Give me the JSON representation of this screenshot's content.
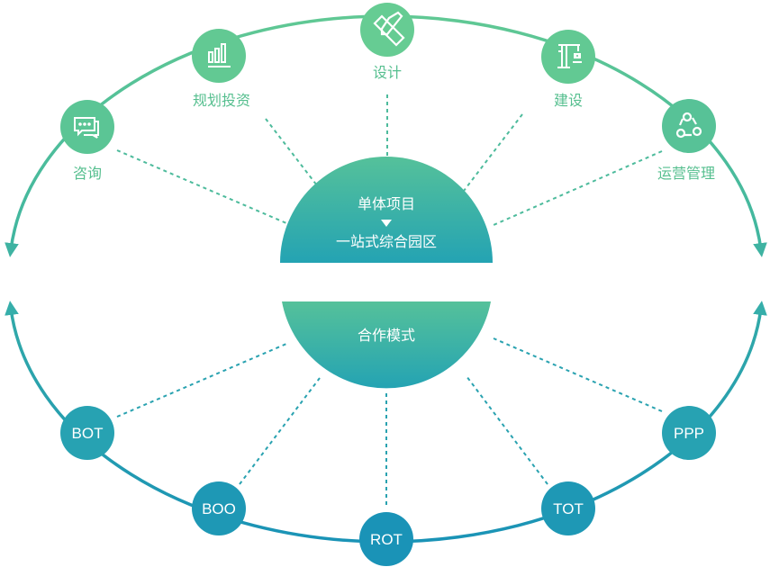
{
  "center": {
    "top_line1": "单体项目",
    "top_line2": "一站式综合园区",
    "bottom": "合作模式"
  },
  "services": [
    {
      "label": "咨询",
      "icon": "chat-bubbles-icon"
    },
    {
      "label": "规划投资",
      "icon": "bar-chart-icon"
    },
    {
      "label": "设计",
      "icon": "ruler-pencil-icon"
    },
    {
      "label": "建设",
      "icon": "crane-icon"
    },
    {
      "label": "运营管理",
      "icon": "cycle-nodes-icon"
    }
  ],
  "models": [
    {
      "label": "BOT"
    },
    {
      "label": "BOO"
    },
    {
      "label": "ROT"
    },
    {
      "label": "TOT"
    },
    {
      "label": "PPP"
    }
  ],
  "colors": {
    "green": "#5ec793",
    "teal": "#1d96b5",
    "center_top": "#55c19a",
    "center_bottom": "#24a3b3"
  }
}
